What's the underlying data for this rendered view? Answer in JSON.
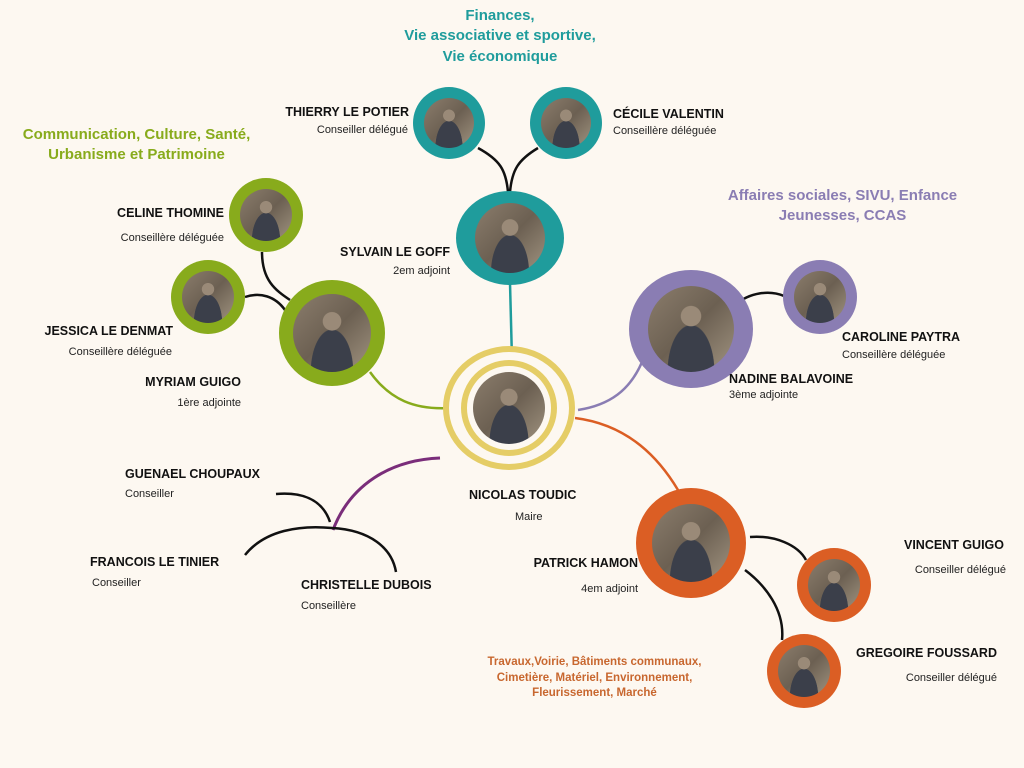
{
  "colors": {
    "teal": "#1f9c9c",
    "green": "#88ab1c",
    "purple": "#8a7db3",
    "orange": "#db5e24",
    "yellow": "#e5cd66",
    "magenta": "#7a2d7a"
  },
  "themes": {
    "finances": [
      "Finances,",
      "Vie associative et sportive,",
      "Vie économique"
    ],
    "communication": [
      "Communication, Culture, Santé,",
      "Urbanisme et Patrimoine"
    ],
    "sociales": [
      "Affaires sociales, SIVU, Enfance",
      "Jeunesses, CCAS"
    ],
    "travaux": [
      "Travaux,Voirie, Bâtiments communaux,",
      "Cimetière, Matériel, Environnement,",
      "Fleurissement, Marché"
    ]
  },
  "people": [
    {
      "name": "THIERRY LE POTIER",
      "role": "Conseiller délégué"
    },
    {
      "name": "CÉCILE VALENTIN",
      "role": "Conseillère déléguée"
    },
    {
      "name": "SYLVAIN LE GOFF",
      "role": "2em adjoint"
    },
    {
      "name": "CELINE THOMINE",
      "role": "Conseillère déléguée"
    },
    {
      "name": "JESSICA LE DENMAT",
      "role": "Conseillère déléguée"
    },
    {
      "name": "MYRIAM GUIGO",
      "role": "1ère adjointe"
    },
    {
      "name": "CAROLINE PAYTRA",
      "role": "Conseillère déléguée"
    },
    {
      "name": "NADINE BALAVOINE",
      "role": "3ème adjointe"
    },
    {
      "name": "NICOLAS TOUDIC",
      "role": "Maire"
    },
    {
      "name": "GUENAEL CHOUPAUX",
      "role": "Conseiller"
    },
    {
      "name": "FRANCOIS LE TINIER",
      "role": "Conseiller"
    },
    {
      "name": "CHRISTELLE DUBOIS",
      "role": "Conseillère"
    },
    {
      "name": "PATRICK HAMON",
      "role": "4em adjoint"
    },
    {
      "name": "VINCENT GUIGO",
      "role": "Conseiller délégué"
    },
    {
      "name": "GREGOIRE FOUSSARD",
      "role": "Conseiller délégué"
    }
  ]
}
